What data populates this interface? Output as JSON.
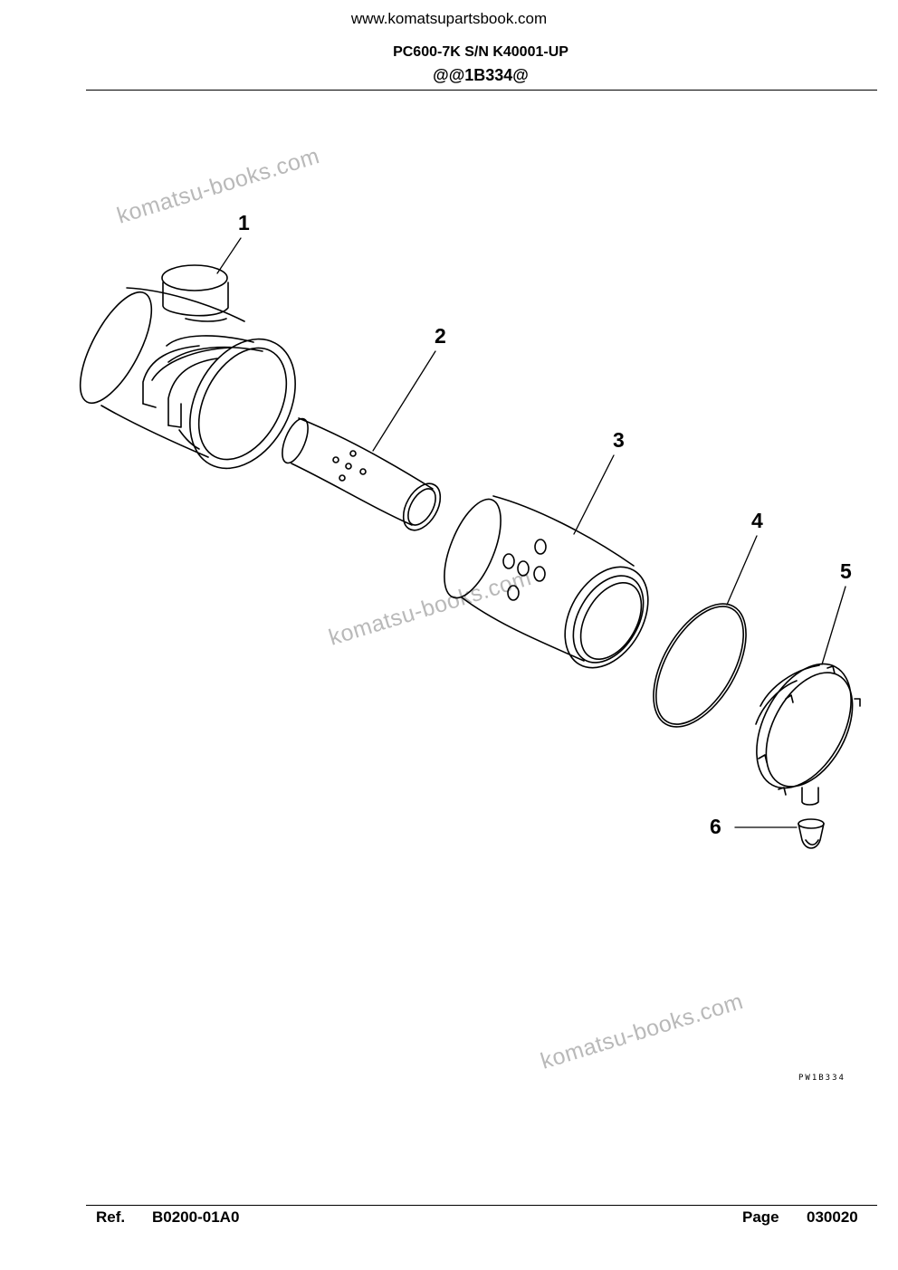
{
  "header": {
    "website": "www.komatsupartsbook.com",
    "model": "PC600-7K S/N K40001-UP",
    "group_code": "@@1B334@"
  },
  "watermarks": [
    "komatsu-books.com",
    "komatsu-books.com",
    "komatsu-books.com"
  ],
  "diagram": {
    "part_numbers": [
      "1",
      "2",
      "3",
      "4",
      "5",
      "6"
    ],
    "illustration_code": "PW1B334"
  },
  "footer": {
    "ref_label": "Ref.",
    "ref_value": "B0200-01A0",
    "page_label": "Page",
    "page_value": "030020"
  }
}
